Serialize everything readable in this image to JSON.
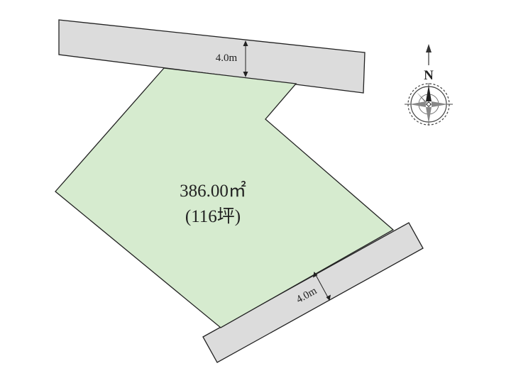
{
  "lot": {
    "area": "386.00㎡",
    "tsubo": "(116坪)",
    "fill_color": "#d6ebcf"
  },
  "roads": {
    "north": {
      "width_label": "4.0m"
    },
    "south": {
      "width_label": "4.0m"
    },
    "fill_color": "#dcdcdc"
  },
  "compass": {
    "north_label": "N"
  }
}
